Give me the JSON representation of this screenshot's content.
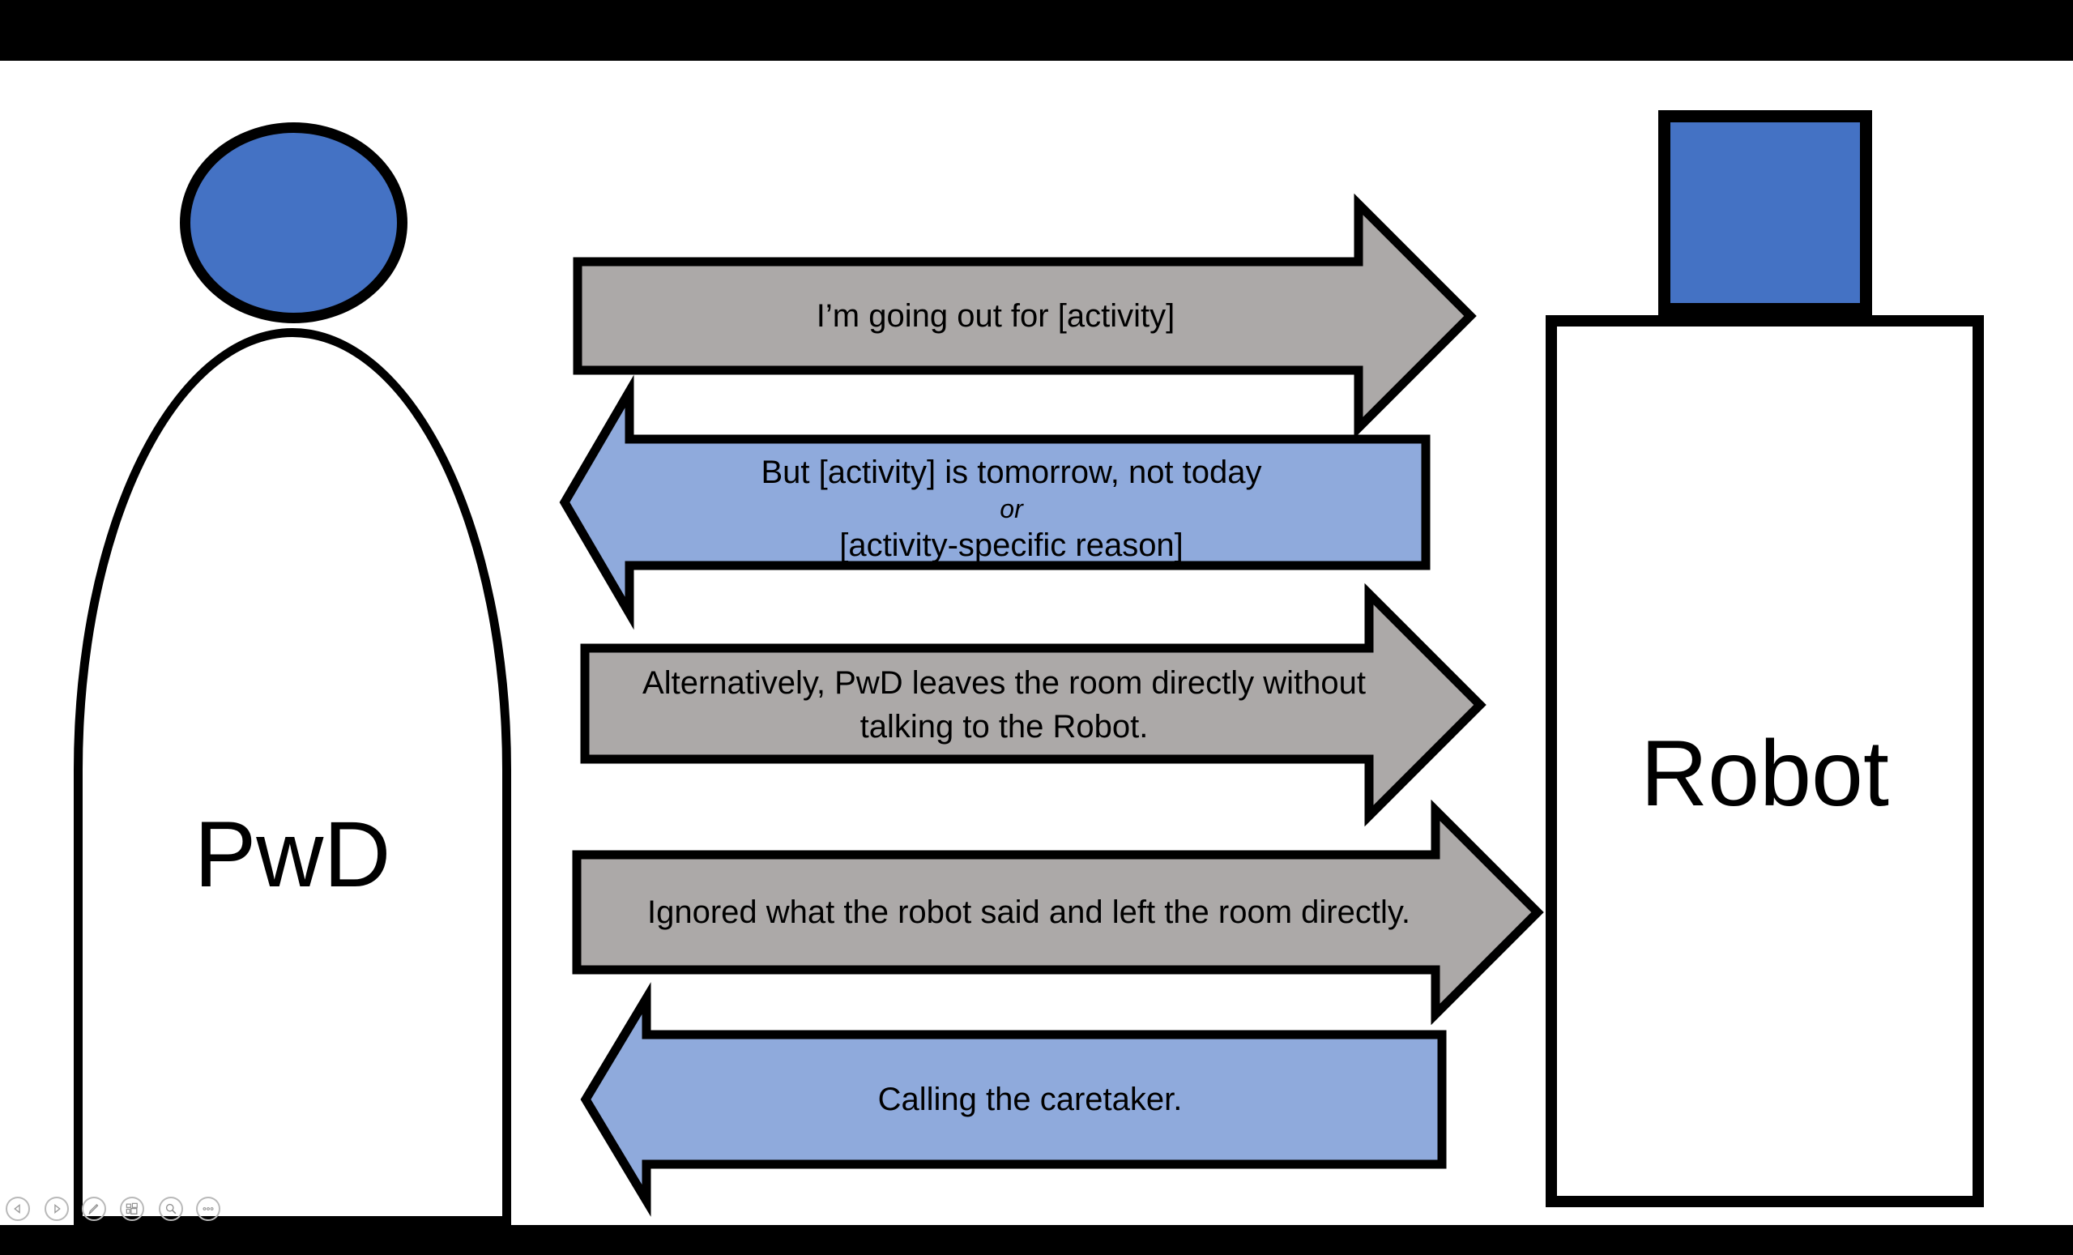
{
  "slide": {
    "actors": {
      "pwd": {
        "label": "PwD"
      },
      "robot": {
        "label": "Robot"
      }
    },
    "arrows": [
      {
        "direction": "right",
        "style": "gray",
        "lines": [
          "I’m going out for [activity]"
        ]
      },
      {
        "direction": "left",
        "style": "blue",
        "lines": [
          "But [activity] is tomorrow, not today",
          "or",
          "[activity-specific reason]"
        ]
      },
      {
        "direction": "right",
        "style": "gray",
        "lines": [
          "Alternatively, PwD leaves the room directly without",
          "talking to the Robot."
        ]
      },
      {
        "direction": "right",
        "style": "gray",
        "lines": [
          "Ignored what the robot said and left the room directly."
        ]
      },
      {
        "direction": "left",
        "style": "blue",
        "lines": [
          "Calling the caretaker."
        ]
      }
    ],
    "colors": {
      "actor_blue": "#4472C4",
      "arrow_blue": "#8FAADC",
      "arrow_gray": "#ACA9A8",
      "outline": "#000000",
      "slide_bg": "#FFFFFF",
      "letterbox": "#000000"
    }
  },
  "presenter_controls": {
    "buttons": [
      {
        "name": "previous-slide"
      },
      {
        "name": "next-slide"
      },
      {
        "name": "pen-tools"
      },
      {
        "name": "see-all-slides"
      },
      {
        "name": "zoom-slide"
      },
      {
        "name": "more-options"
      }
    ]
  }
}
